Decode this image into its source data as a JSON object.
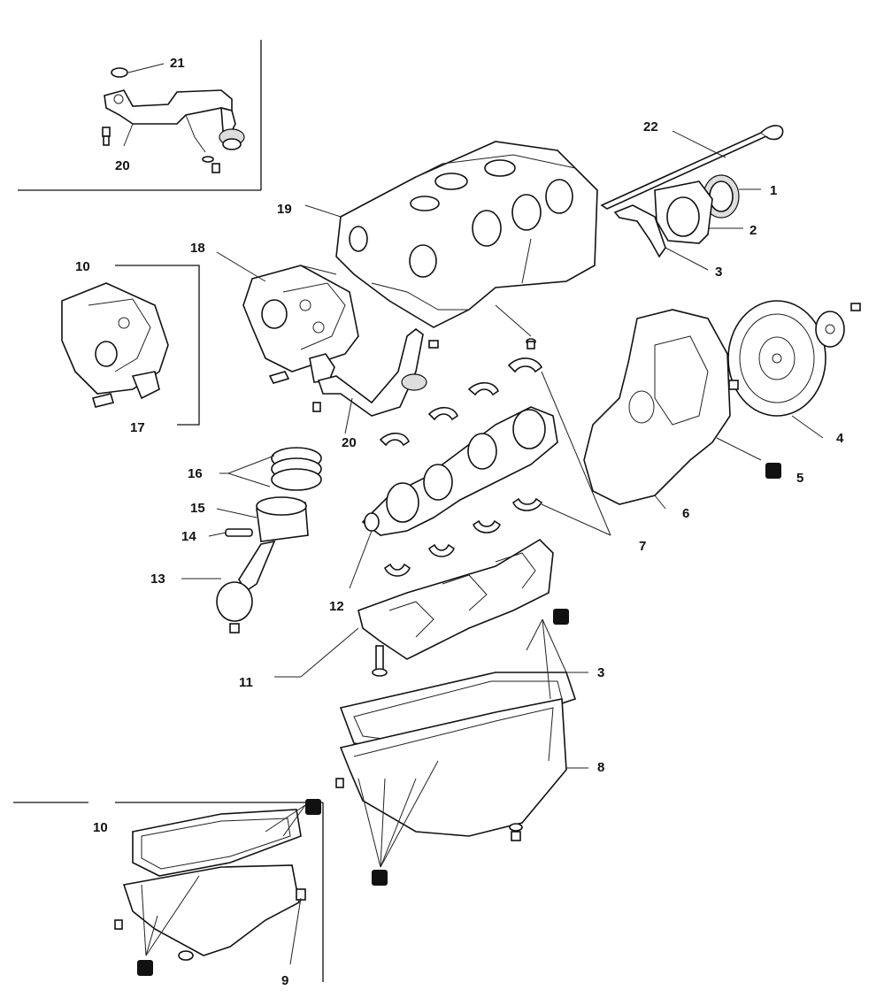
{
  "callouts": {
    "c1": "1",
    "c2": "2",
    "c3a": "3",
    "c3b": "3",
    "c4": "4",
    "c5": "5",
    "c6": "6",
    "c7": "7",
    "c8": "8",
    "c9": "9",
    "c10a": "10",
    "c10b": "10",
    "c11": "11",
    "c12": "12",
    "c13": "13",
    "c14": "14",
    "c15": "15",
    "c16": "16",
    "c17": "17",
    "c18": "18",
    "c19": "19",
    "c20a": "20",
    "c20b": "20",
    "c21": "21",
    "c22": "22"
  },
  "icons": {
    "sealant": "sealant-symbol-icon"
  }
}
